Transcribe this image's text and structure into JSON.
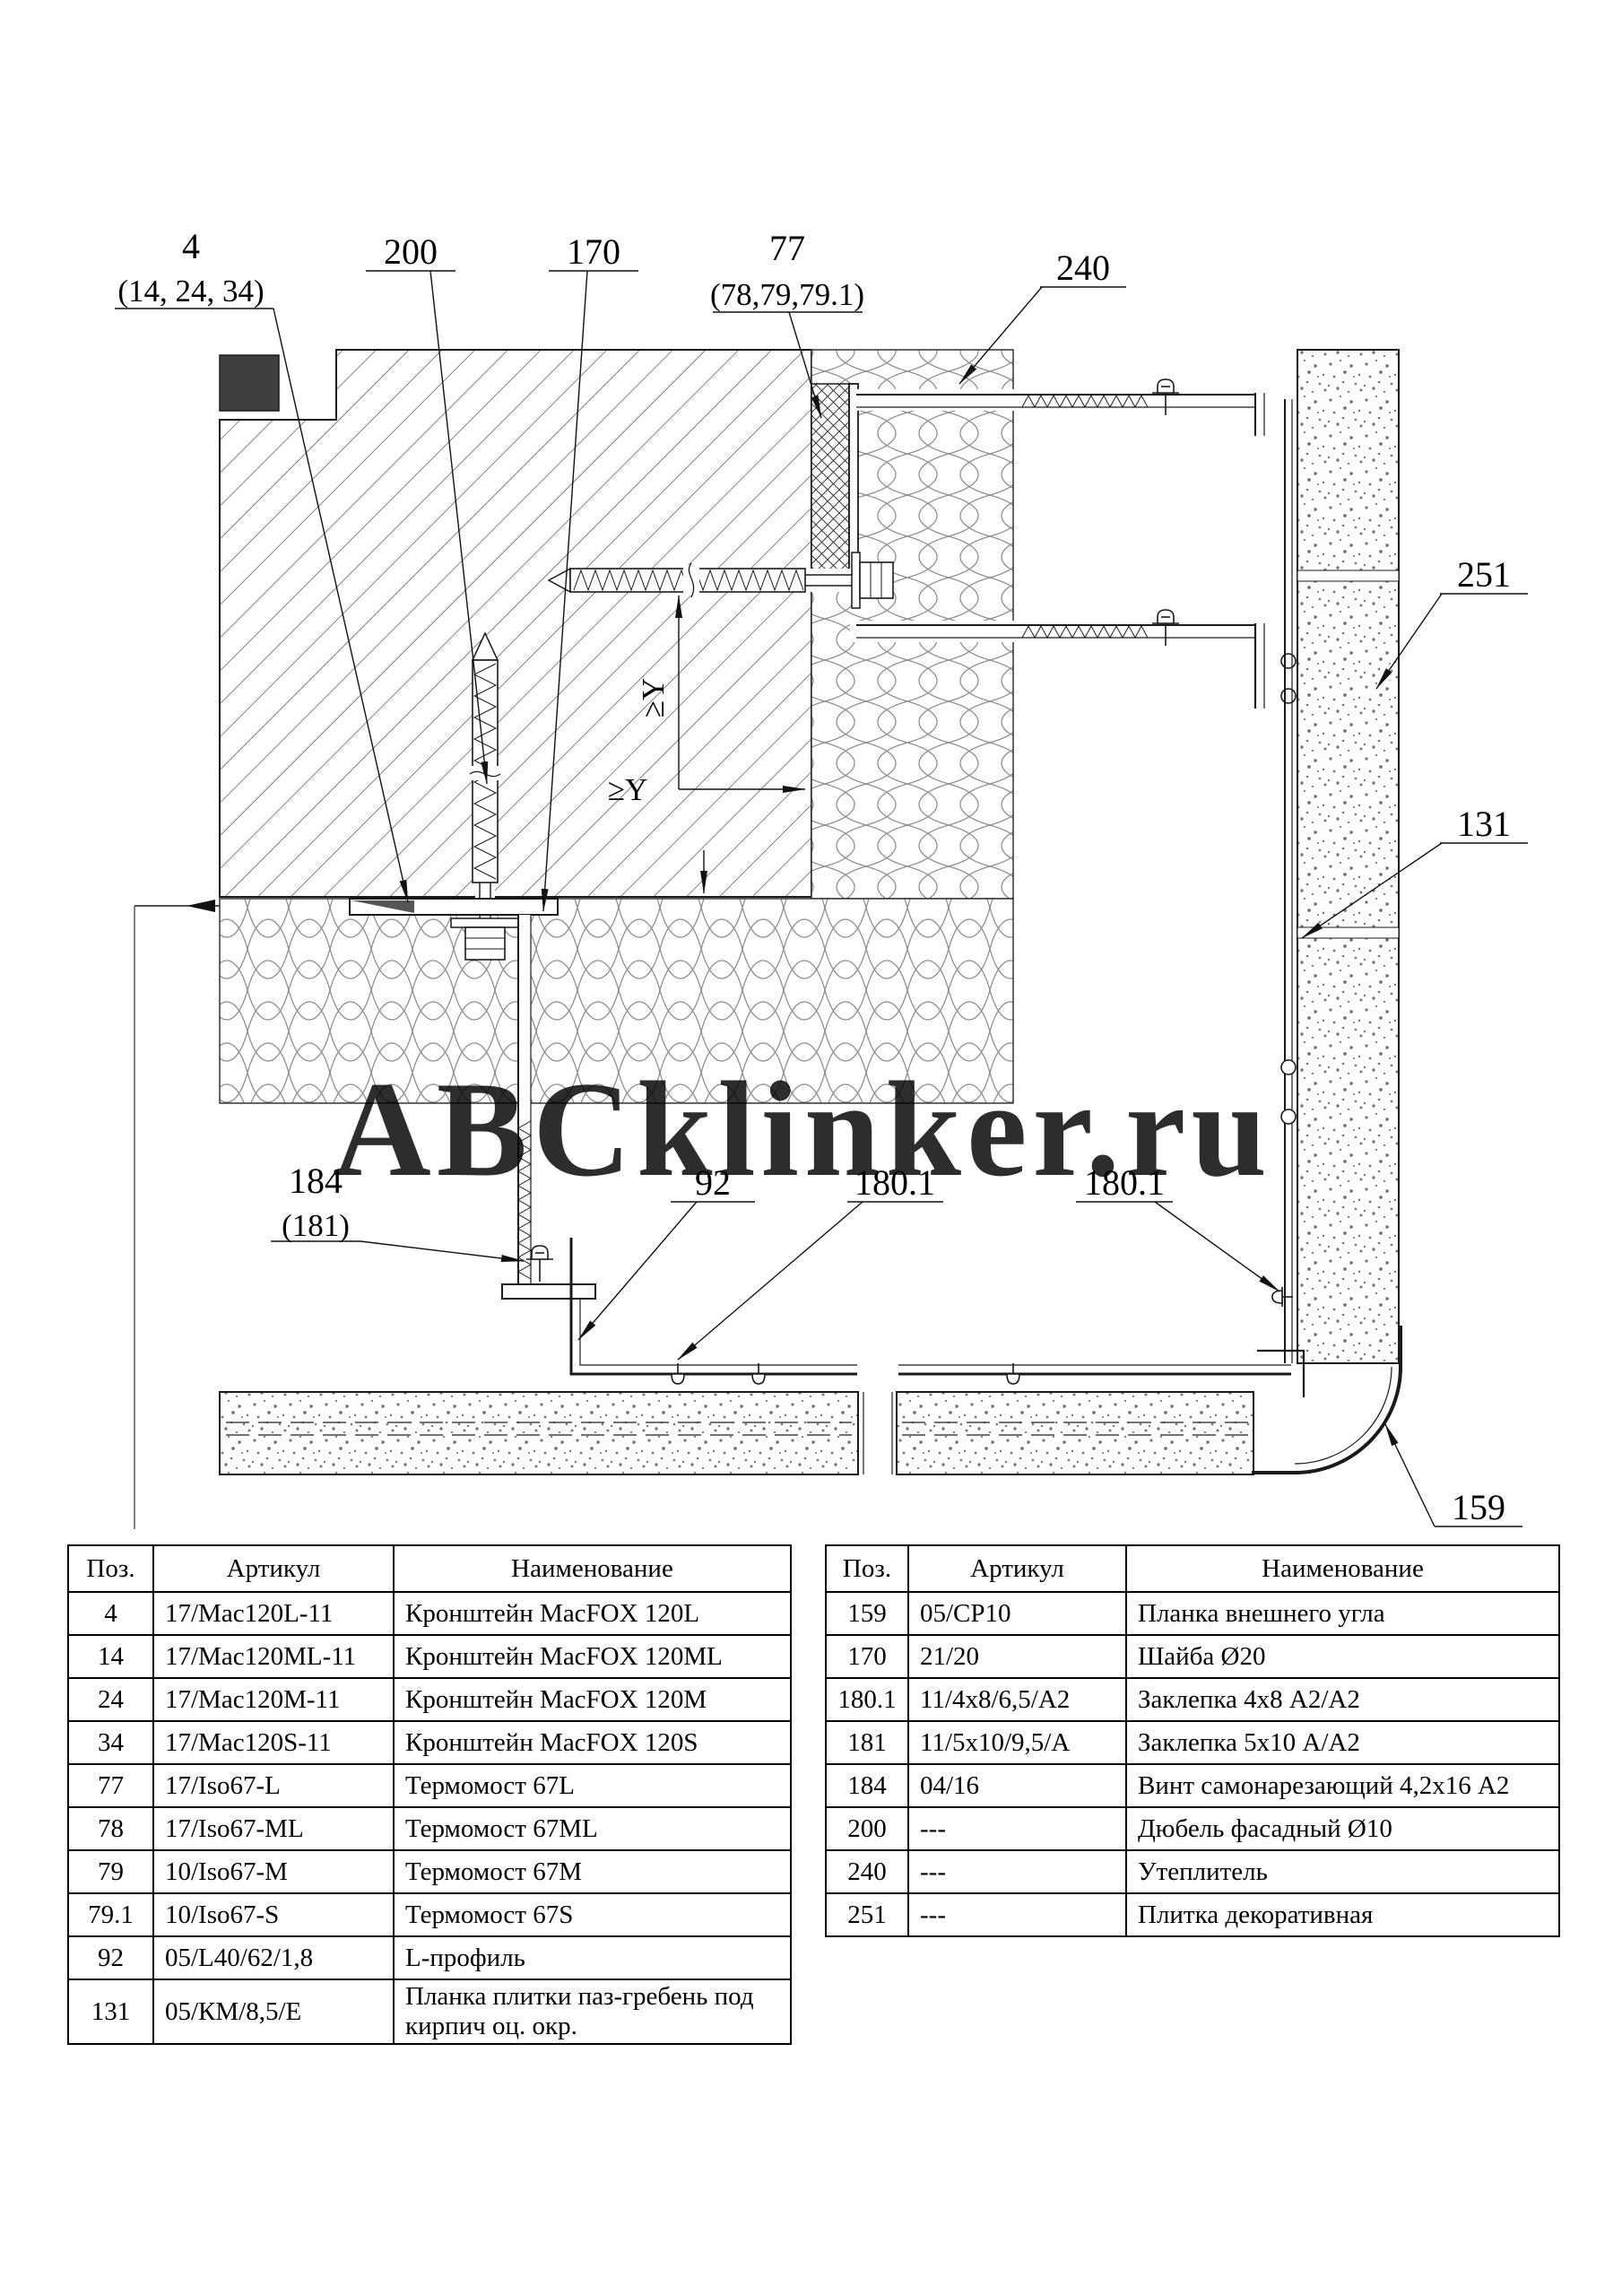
{
  "watermark": "ABCklinker.ru",
  "labels": {
    "l4": "4",
    "l4_sub": "(14, 24, 34)",
    "l200": "200",
    "l170": "170",
    "l77": "77",
    "l77_sub": "(78,79,79.1)",
    "l240": "240",
    "l251": "251",
    "l131": "131",
    "l184": "184",
    "l184_sub": "(181)",
    "l92": "92",
    "l180_1a": "180.1",
    "l180_1b": "180.1",
    "l159": "159",
    "dim_y_vertical": "≥Y",
    "dim_y_horizontal": "≥Y"
  },
  "tables": {
    "left": {
      "headers": [
        "Поз.",
        "Артикул",
        "Наименование"
      ],
      "rows": [
        {
          "pos": "4",
          "art": "17/Mac120L-11",
          "name": "Кронштейн MacFOX 120L"
        },
        {
          "pos": "14",
          "art": "17/Mac120ML-11",
          "name": "Кронштейн MacFOX 120ML"
        },
        {
          "pos": "24",
          "art": "17/Mac120M-11",
          "name": "Кронштейн MacFOX 120M"
        },
        {
          "pos": "34",
          "art": "17/Mac120S-11",
          "name": "Кронштейн MacFOX 120S"
        },
        {
          "pos": "77",
          "art": "17/Iso67-L",
          "name": "Термомост 67L"
        },
        {
          "pos": "78",
          "art": "17/Iso67-ML",
          "name": "Термомост 67ML"
        },
        {
          "pos": "79",
          "art": "10/Iso67-M",
          "name": "Термомост 67M"
        },
        {
          "pos": "79.1",
          "art": "10/Iso67-S",
          "name": "Термомост 67S"
        },
        {
          "pos": "92",
          "art": "05/L40/62/1,8",
          "name": "L-профиль"
        },
        {
          "pos": "131",
          "art": "05/КМ/8,5/Е",
          "name": "Планка плитки паз-гребень под кирпич оц. окр."
        }
      ]
    },
    "right": {
      "headers": [
        "Поз.",
        "Артикул",
        "Наименование"
      ],
      "rows": [
        {
          "pos": "159",
          "art": "05/СР10",
          "name": "Планка внешнего угла"
        },
        {
          "pos": "170",
          "art": "21/20",
          "name": "Шайба Ø20"
        },
        {
          "pos": "180.1",
          "art": "11/4x8/6,5/А2",
          "name": "Заклепка 4x8 А2/А2"
        },
        {
          "pos": "181",
          "art": "11/5x10/9,5/А",
          "name": "Заклепка 5x10 А/А2"
        },
        {
          "pos": "184",
          "art": "04/16",
          "name": "Винт самонарезающий 4,2x16 А2"
        },
        {
          "pos": "200",
          "art": "---",
          "name": "Дюбель фасадный Ø10"
        },
        {
          "pos": "240",
          "art": "---",
          "name": "Утеплитель"
        },
        {
          "pos": "251",
          "art": "---",
          "name": "Плитка декоративная"
        }
      ]
    }
  }
}
